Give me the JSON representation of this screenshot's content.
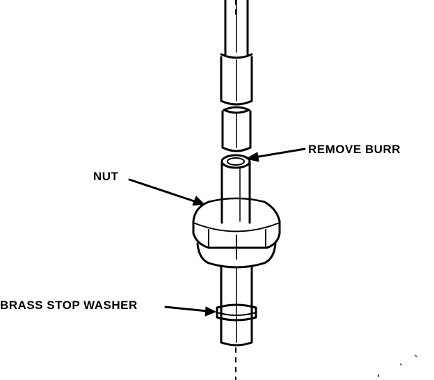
{
  "labels": {
    "remove_burr": "REMOVE BURR",
    "nut": "NUT",
    "brass_stop_washer": "BRASS STOP WASHER"
  },
  "colors": {
    "ink": "#000000",
    "paper": "#ffffff"
  }
}
